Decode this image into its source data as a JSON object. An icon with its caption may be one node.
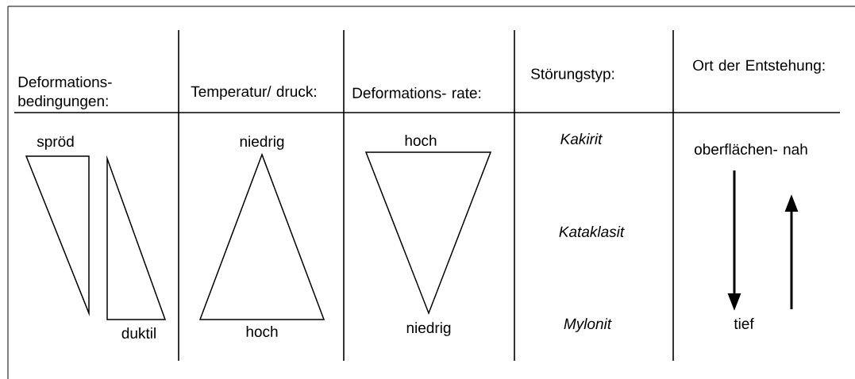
{
  "diagram": {
    "labels": [
      "Deformations- bedingungen:",
      "Temperatur/ druck:",
      "Deformations- rate:",
      "Störungstyp:",
      "Ort der Entstehung:",
      "spröd",
      "niedrig",
      "hoch",
      "Kakirit",
      "oberflächen- nah",
      "Kataklasit",
      "duktil",
      "hoch",
      "niedrig",
      "Mylonit",
      "tief"
    ]
  }
}
